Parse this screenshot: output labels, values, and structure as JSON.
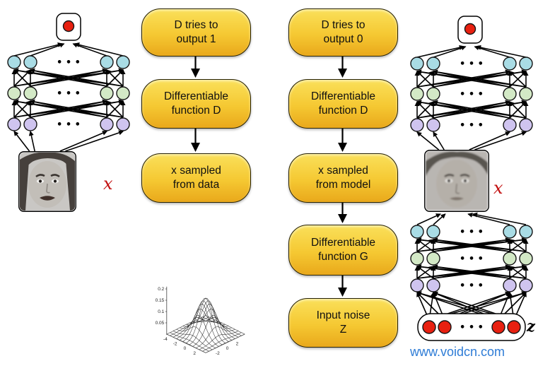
{
  "colors": {
    "box_gradient_top": "#FAE05A",
    "box_gradient_bottom": "#E9A81B",
    "box_border": "#262000",
    "node_cyan": "#A9DCE5",
    "node_green": "#D3E9C6",
    "node_purple": "#CFC4EF",
    "node_red": "#E82010",
    "node_stroke": "#151515",
    "arrow_black": "#000000",
    "label_red": "#C31212",
    "watermark_blue": "#2E7CD6"
  },
  "flow_real": {
    "boxes": [
      {
        "lines": [
          "D tries to",
          "output 1"
        ]
      },
      {
        "lines": [
          "Differentiable",
          "function D"
        ]
      },
      {
        "lines": [
          "x sampled",
          "from data"
        ]
      }
    ]
  },
  "flow_model": {
    "boxes": [
      {
        "lines": [
          "D tries to",
          "output 0"
        ]
      },
      {
        "lines": [
          "Differentiable",
          "function D"
        ]
      },
      {
        "lines": [
          "x sampled",
          "from model"
        ]
      },
      {
        "lines": [
          "Differentiable",
          "function G"
        ]
      },
      {
        "lines": [
          "Input noise",
          "Z"
        ]
      }
    ]
  },
  "labels": {
    "x_real": "x",
    "x_generated": "x",
    "z_input": "z",
    "watermark": "www.voidcn.com"
  },
  "networks": {
    "ellipsis": "• • •",
    "discriminator_left": {
      "layer_colors": [
        "#A9DCE5",
        "#D3E9C6",
        "#CFC4EF"
      ],
      "output_color": "#E82010"
    },
    "discriminator_right": {
      "layer_colors": [
        "#A9DCE5",
        "#D3E9C6",
        "#CFC4EF"
      ],
      "output_color": "#E82010"
    },
    "generator": {
      "layer_colors": [
        "#A9DCE5",
        "#D3E9C6",
        "#CFC4EF"
      ],
      "input_color": "#E82010"
    }
  },
  "chart_data": {
    "type": "heatmap",
    "note": "3D wireframe mesh of 2D Gaussian noise distribution (rendered as surface plot)",
    "function": "z = exp(-(x^2+y^2)/2) / (2*pi)",
    "x_range": [
      -4,
      4
    ],
    "y_range": [
      -4,
      4
    ],
    "z_range": [
      0,
      0.2
    ],
    "z_ticks": [
      0.05,
      0.1,
      0.15,
      0.2
    ],
    "x_ticks": [
      -4,
      -2,
      0,
      2
    ],
    "y_ticks": [
      -2,
      0,
      2
    ]
  }
}
